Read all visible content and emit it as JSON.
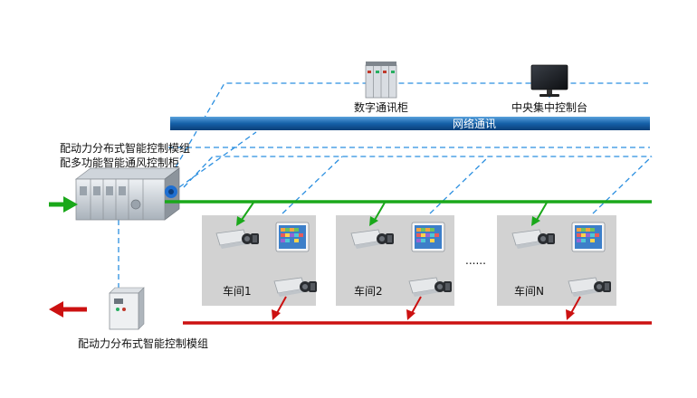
{
  "network_bus": {
    "label": "网络通讯"
  },
  "comm_cabinet": {
    "label": "数字通讯柜"
  },
  "central_console": {
    "label": "中央集中控制台"
  },
  "ahu": {
    "label_line1": "配动力分布式智能控制模组",
    "label_line2": "配多功能智能通风控制柜"
  },
  "control_box": {
    "label": "配动力分布式智能控制模组"
  },
  "workshops": [
    {
      "label": "车间1"
    },
    {
      "label": "车间2"
    },
    {
      "label": "车间N"
    }
  ],
  "ellipsis": "......",
  "colors": {
    "supply_air": "#1aa81a",
    "exhaust_air": "#cc1111",
    "network_bus": "#1560a8",
    "signal_line": "#2b8fe0",
    "workshop_bg": "#d2d2d2"
  }
}
